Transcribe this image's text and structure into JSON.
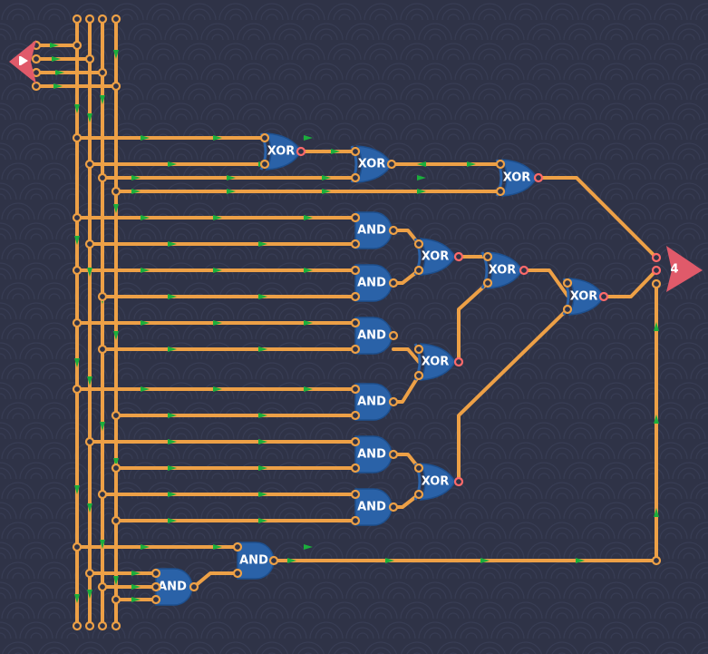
{
  "circuit": {
    "input_port_label": "",
    "output_port_label": "4",
    "colors": {
      "background": "#2f3347",
      "wire": "#eda046",
      "gate": "#2a62a8",
      "signal_arrow": "#1bae3c",
      "port": "#e05a6a",
      "active_pin": "#ff6a6a"
    },
    "icons": {
      "input_port": "play-triangle-icon",
      "output_port": "output-arrow-icon"
    },
    "gates": [
      {
        "id": "xor-1",
        "type": "XOR"
      },
      {
        "id": "xor-2",
        "type": "XOR"
      },
      {
        "id": "xor-3",
        "type": "XOR"
      },
      {
        "id": "and-1",
        "type": "AND"
      },
      {
        "id": "and-2",
        "type": "AND"
      },
      {
        "id": "xor-4",
        "type": "XOR"
      },
      {
        "id": "xor-5",
        "type": "XOR"
      },
      {
        "id": "xor-6",
        "type": "XOR"
      },
      {
        "id": "and-3",
        "type": "AND"
      },
      {
        "id": "and-4",
        "type": "AND"
      },
      {
        "id": "xor-7",
        "type": "XOR"
      },
      {
        "id": "and-5",
        "type": "AND"
      },
      {
        "id": "and-6",
        "type": "AND"
      },
      {
        "id": "xor-8",
        "type": "XOR"
      },
      {
        "id": "and-7",
        "type": "AND"
      },
      {
        "id": "and-8",
        "type": "AND"
      }
    ]
  }
}
